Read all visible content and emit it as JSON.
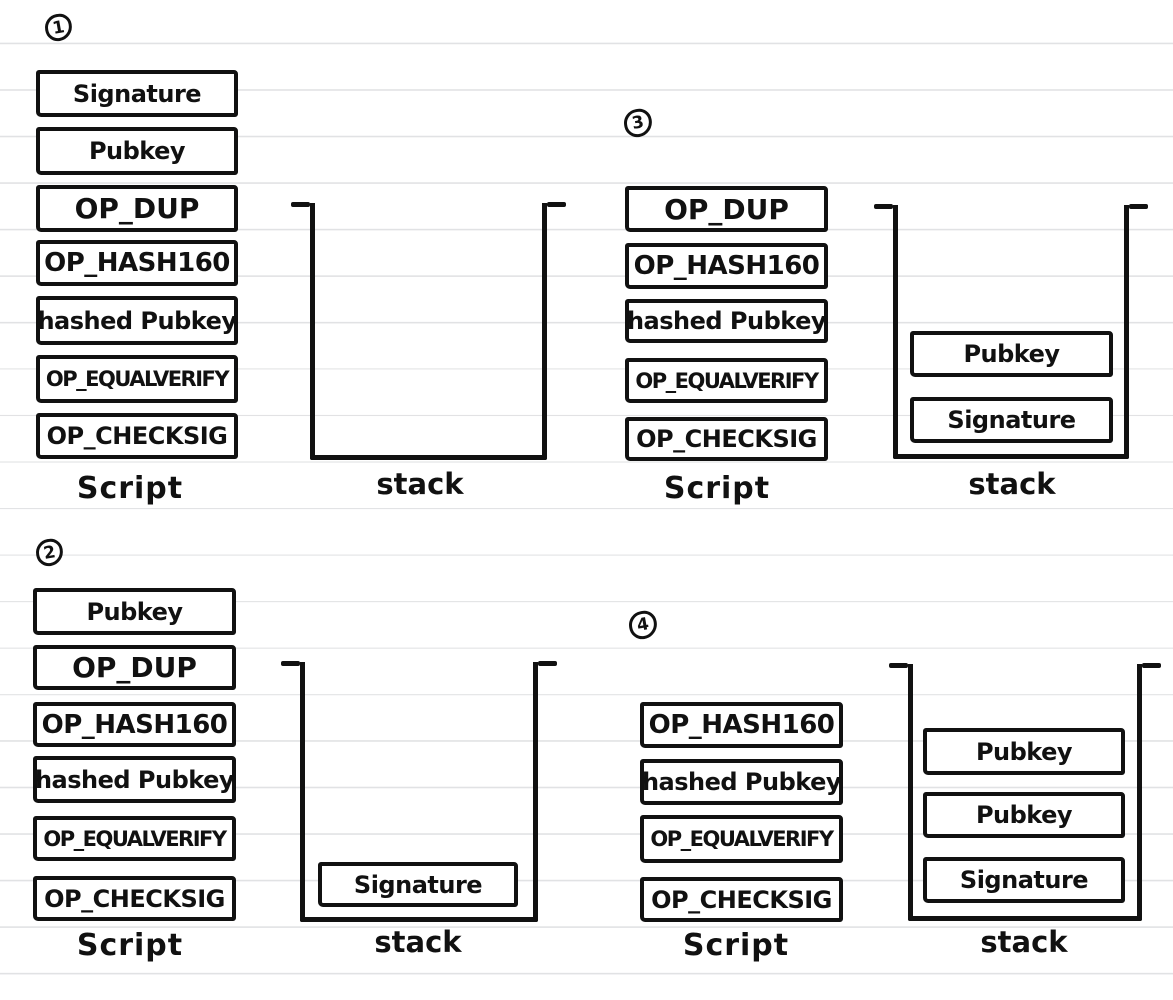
{
  "colors": {
    "ink": "#111111",
    "line": "#e1e2e4",
    "paper": "#ffffff"
  },
  "panels": [
    {
      "number": "1",
      "script_label": "Script",
      "stack_label": "stack",
      "script_items": [
        "Signature",
        "Pubkey",
        "OP_DUP",
        "OP_HASH160",
        "hashed Pubkey",
        "OP_EQUALVERIFY",
        "OP_CHECKSIG"
      ],
      "stack_items": []
    },
    {
      "number": "2",
      "script_label": "Script",
      "stack_label": "stack",
      "script_items": [
        "Pubkey",
        "OP_DUP",
        "OP_HASH160",
        "hashed Pubkey",
        "OP_EQUALVERIFY",
        "OP_CHECKSIG"
      ],
      "stack_items": [
        "Signature"
      ]
    },
    {
      "number": "3",
      "script_label": "Script",
      "stack_label": "stack",
      "script_items": [
        "OP_DUP",
        "OP_HASH160",
        "hashed Pubkey",
        "OP_EQUALVERIFY",
        "OP_CHECKSIG"
      ],
      "stack_items": [
        "Pubkey",
        "Signature"
      ]
    },
    {
      "number": "4",
      "script_label": "Script",
      "stack_label": "stack",
      "script_items": [
        "OP_HASH160",
        "hashed Pubkey",
        "OP_EQUALVERIFY",
        "OP_CHECKSIG"
      ],
      "stack_items": [
        "Pubkey",
        "Pubkey",
        "Signature"
      ]
    }
  ]
}
